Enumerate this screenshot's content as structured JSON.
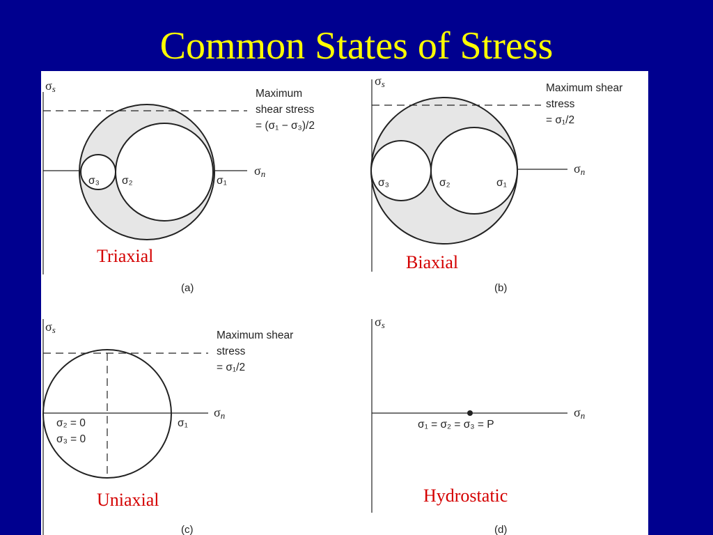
{
  "slide": {
    "title": "Common States of Stress"
  },
  "panels": {
    "a": {
      "caption": "(a)",
      "state": "Triaxial",
      "note_line1": "Maximum",
      "note_line2": "shear stress",
      "note_line3": "= (σ₁ − σ₃)/2",
      "sigma1": "σ₁",
      "sigma2": "σ₂",
      "sigma3": "σ₃"
    },
    "b": {
      "caption": "(b)",
      "state": "Biaxial",
      "note_line1": "Maximum shear",
      "note_line2": "stress",
      "note_line3": "= σ₁/2",
      "sigma1": "σ₁",
      "sigma2": "σ₂",
      "sigma3": "σ₃"
    },
    "c": {
      "caption": "(c)",
      "state": "Uniaxial",
      "note_line1": "Maximum shear",
      "note_line2": "stress",
      "note_line3": "= σ₁/2",
      "sigma1": "σ₁",
      "sigma2_zero": "σ₂ = 0",
      "sigma3_zero": "σ₃ = 0"
    },
    "d": {
      "caption": "(d)",
      "state": "Hydrostatic",
      "equal_label": "σ₁ = σ₂ = σ₃ = P"
    }
  },
  "axes": {
    "shear_label": "σs",
    "normal_label": "σn"
  },
  "colors": {
    "background": "#00008f",
    "title": "#ffff00",
    "state_label": "#d40000",
    "shade": "#e6e6e6"
  }
}
